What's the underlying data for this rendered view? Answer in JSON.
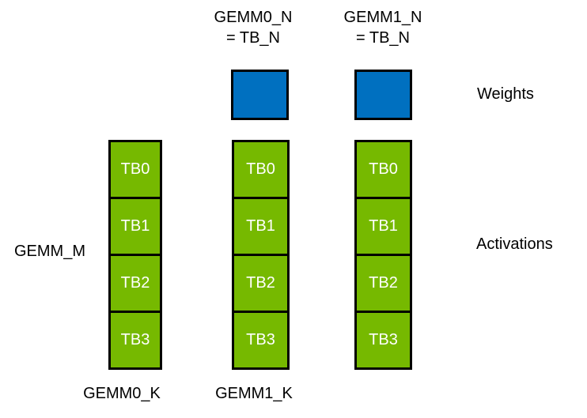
{
  "diagram": {
    "background_color": "#ffffff",
    "colors": {
      "weights_fill": "#0070c0",
      "activations_fill": "#76b900",
      "block_border": "#000000",
      "cell_text": "#ffffff",
      "label_text": "#000000"
    },
    "top_labels": [
      {
        "line1": "GEMM0_N",
        "line2": "= TB_N"
      },
      {
        "line1": "GEMM1_N",
        "line2": "= TB_N"
      }
    ],
    "side_labels": {
      "weights": "Weights",
      "activations": "Activations",
      "gemm_m": "GEMM_M"
    },
    "bottom_labels": [
      "GEMM0_K",
      "GEMM1_K"
    ],
    "weight_block_count": 2,
    "columns": [
      {
        "cells": [
          "TB0",
          "TB1",
          "TB2",
          "TB3"
        ]
      },
      {
        "cells": [
          "TB0",
          "TB1",
          "TB2",
          "TB3"
        ]
      },
      {
        "cells": [
          "TB0",
          "TB1",
          "TB2",
          "TB3"
        ]
      }
    ]
  }
}
